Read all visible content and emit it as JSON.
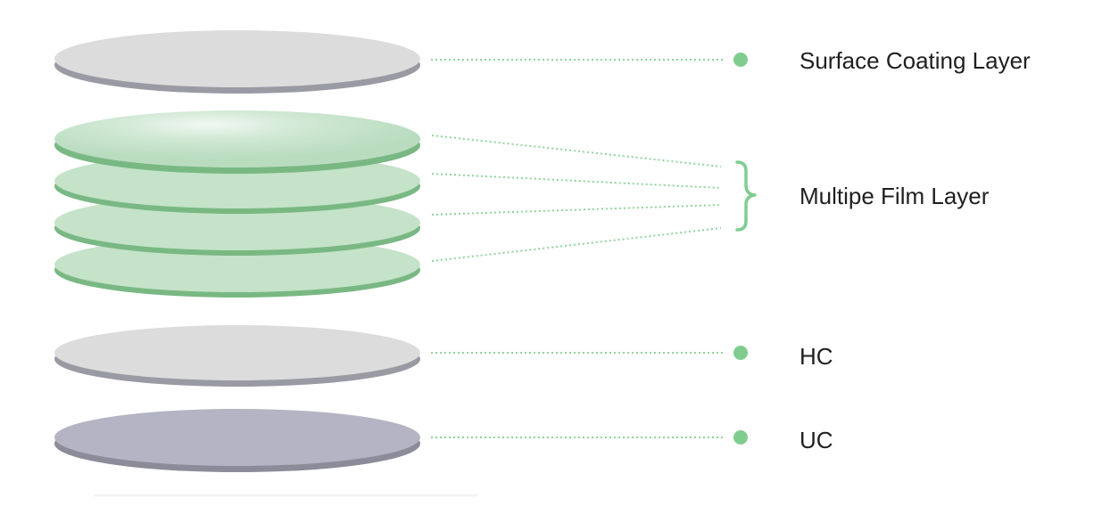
{
  "colors": {
    "accent_green": "#7fcd8e",
    "dotted_line": "#8fd49c",
    "gray_disc_top": "#dcdcdc",
    "gray_disc_edge": "#9a9aa4",
    "green_disc_top": "#c4e3c8",
    "green_disc_edge": "#79b883",
    "uc_disc_top": "#b4b4c4",
    "uc_disc_edge": "#8b8b99"
  },
  "layers": [
    {
      "id": "surface-coating",
      "label": "Surface Coating Layer",
      "marker": "dot"
    },
    {
      "id": "multiple-film",
      "label": "Multipe Film Layer",
      "marker": "brace",
      "disc_count": 4
    },
    {
      "id": "hc",
      "label": "HC",
      "marker": "dot"
    },
    {
      "id": "uc",
      "label": "UC",
      "marker": "dot"
    }
  ]
}
